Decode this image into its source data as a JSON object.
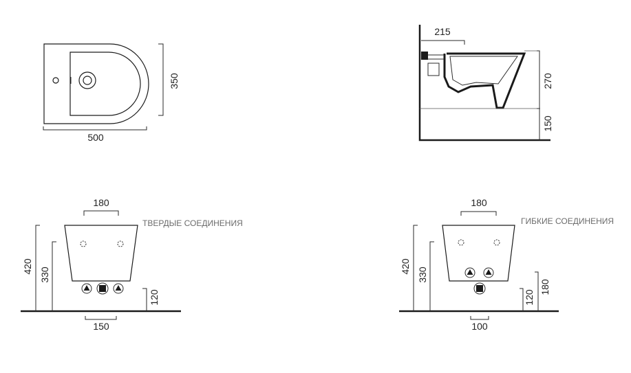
{
  "top_view": {
    "width_label": "500",
    "depth_label": "350"
  },
  "side_view": {
    "projection_label": "215",
    "height_label": "270",
    "floor_label": "150"
  },
  "rigid_view": {
    "caption": "ТВЕРДЫЕ СОЕДИНЕНИЯ",
    "top_width_label": "180",
    "height_420_label": "420",
    "height_330_label": "330",
    "height_120_label": "120",
    "bottom_width_label": "150"
  },
  "flexible_view": {
    "caption": "ГИБКИЕ СОЕДИНЕНИЯ",
    "top_width_label": "180",
    "height_420_label": "420",
    "height_330_label": "330",
    "height_120_label": "120",
    "height_180_label": "180",
    "bottom_width_label": "100"
  },
  "colors": {
    "line": "#1a1a1a",
    "caption": "#6b6b6b"
  }
}
